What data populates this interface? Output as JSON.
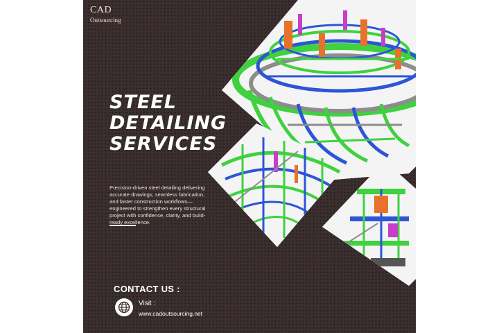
{
  "brand": {
    "line1": "CAD",
    "line2": "Outsourcing"
  },
  "title": {
    "line1": "STEEL",
    "line2": "DETAILING",
    "line3": "SERVICES"
  },
  "description": "Precision-driven steel detailing delivering accurate drawings, seamless fabrication, and faster construction workflows—engineered to strengthen every structural project with confidence, clarity, and build-ready excellence.",
  "contact": {
    "heading": "CONTACT US :",
    "visit_label": "Visit :",
    "url": "www.cadoutsourcing.net",
    "icon": "globe-icon"
  },
  "colors": {
    "background": "#3b2f2f",
    "steel_green": "#3fd13f",
    "steel_blue": "#2c56d6",
    "steel_orange": "#e8722a",
    "steel_magenta": "#c73fc7",
    "steel_grey": "#8d8d8d"
  }
}
